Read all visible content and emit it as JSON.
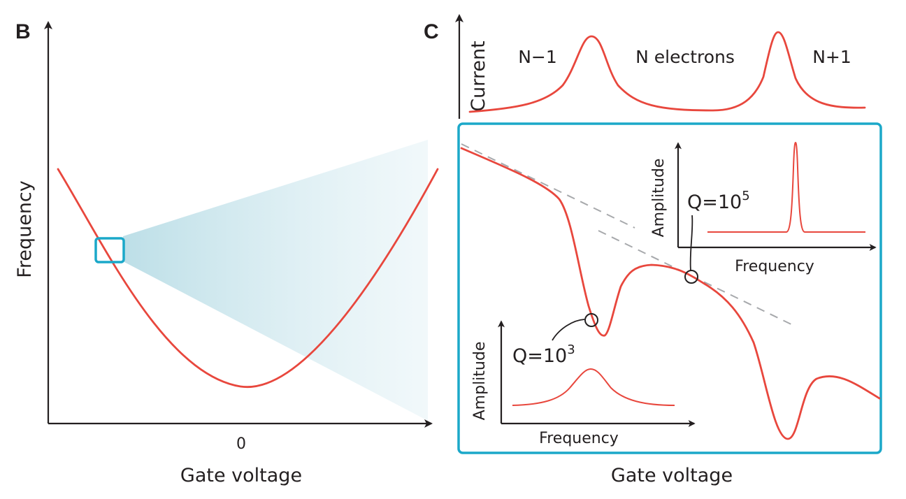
{
  "panel_b": {
    "letter": "B",
    "y_axis_label": "Frequency",
    "x_axis_label": "Gate voltage",
    "x_tick_zero": "0"
  },
  "panel_c": {
    "letter": "C",
    "current_axis_label": "Current",
    "state_labels": [
      "N−1",
      "N electrons",
      "N+1"
    ],
    "x_axis_label": "Gate voltage",
    "inset_high_q": {
      "q_prefix": "Q=10",
      "q_exponent": "5",
      "y_label": "Amplitude",
      "x_label": "Frequency"
    },
    "inset_low_q": {
      "q_prefix": "Q=10",
      "q_exponent": "3",
      "y_label": "Amplitude",
      "x_label": "Frequency"
    }
  },
  "colors": {
    "curve": "#e8473d",
    "frame": "#1ba8c9",
    "zoom_fill": "#cfe6ec",
    "dashed": "#a7a9ac",
    "text": "#231f20"
  }
}
